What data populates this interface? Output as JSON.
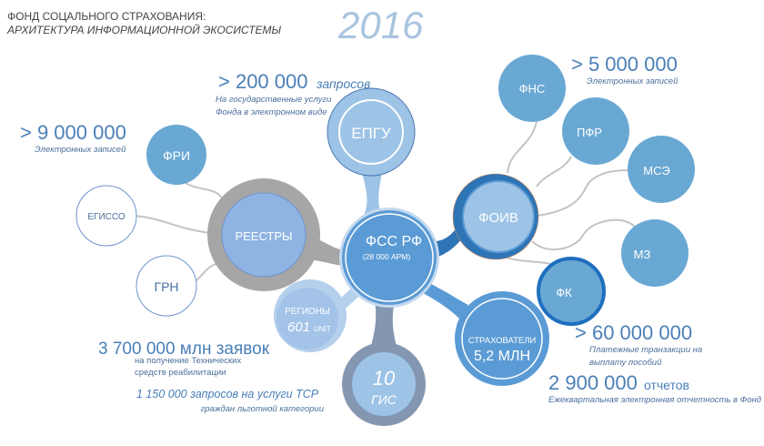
{
  "header": {
    "title_line1": "ФОНД СОЦАЛЬНОГО СТРАХОВАНИЯ:",
    "title_line2": "АРХИТЕКТУРА ИНФОРМАЦИОННОЙ ЭКОСИСТЕМЫ",
    "year": "2016"
  },
  "nodes": {
    "center": {
      "label": "ФСС РФ",
      "sublabel": "(28 000 АРМ)"
    },
    "epgu": {
      "label": "ЕПГУ"
    },
    "registries": {
      "label": "РЕЕСТРЫ"
    },
    "fri": {
      "label": "ФРИ"
    },
    "egisso": {
      "label": "ЕГИССО"
    },
    "grn": {
      "label": "ГРН"
    },
    "regions": {
      "label": "РЕГИОНЫ",
      "value": "601",
      "unit": "UNIT"
    },
    "gis": {
      "value": "10",
      "label": "ГИС"
    },
    "insurers": {
      "label": "СТРАХОВАТЕЛИ",
      "value": "5,2 МЛН"
    },
    "foiv": {
      "label": "ФОИВ"
    },
    "fns": {
      "label": "ФНС"
    },
    "pfr": {
      "label": "ПФР"
    },
    "mse": {
      "label": "МСЭ"
    },
    "mz": {
      "label": "МЗ"
    },
    "fk": {
      "label": "ФК"
    }
  },
  "stats": {
    "fri_records": {
      "value": "> 9 000 000",
      "desc": "Электронных записей"
    },
    "epgu_requests": {
      "value": "> 200 000",
      "unit": "запросов",
      "desc1": "На государственные услуги",
      "desc2": "Фонда в электронном виде"
    },
    "fns_records": {
      "value": "> 5 000 000",
      "desc": "Электронных записей"
    },
    "tsr_applications": {
      "value": "3 700 000 млн заявок",
      "desc1": "на получение Технических",
      "desc2": "средств реабилитации"
    },
    "tsr_requests": {
      "value": "1 150 000 запросов на услуги ТСР",
      "desc": "граждан льготной категории"
    },
    "fk_transactions": {
      "value": "> 60 000 000",
      "desc1": "Платежные транзакции на",
      "desc2": "выплату пособий"
    },
    "reports": {
      "value": "2 900 000",
      "unit": "отчетов",
      "desc": "Ежеквартальная электронная отчетность в Фонд"
    }
  },
  "colors": {
    "mid_blue": "#6aa8d4",
    "light_blue": "#9dc3e6",
    "core_blue": "#5b9bd5",
    "dark_blue": "#2e75b6",
    "gray_ring": "#a6a6a6",
    "slate_ring": "#8497b0"
  }
}
